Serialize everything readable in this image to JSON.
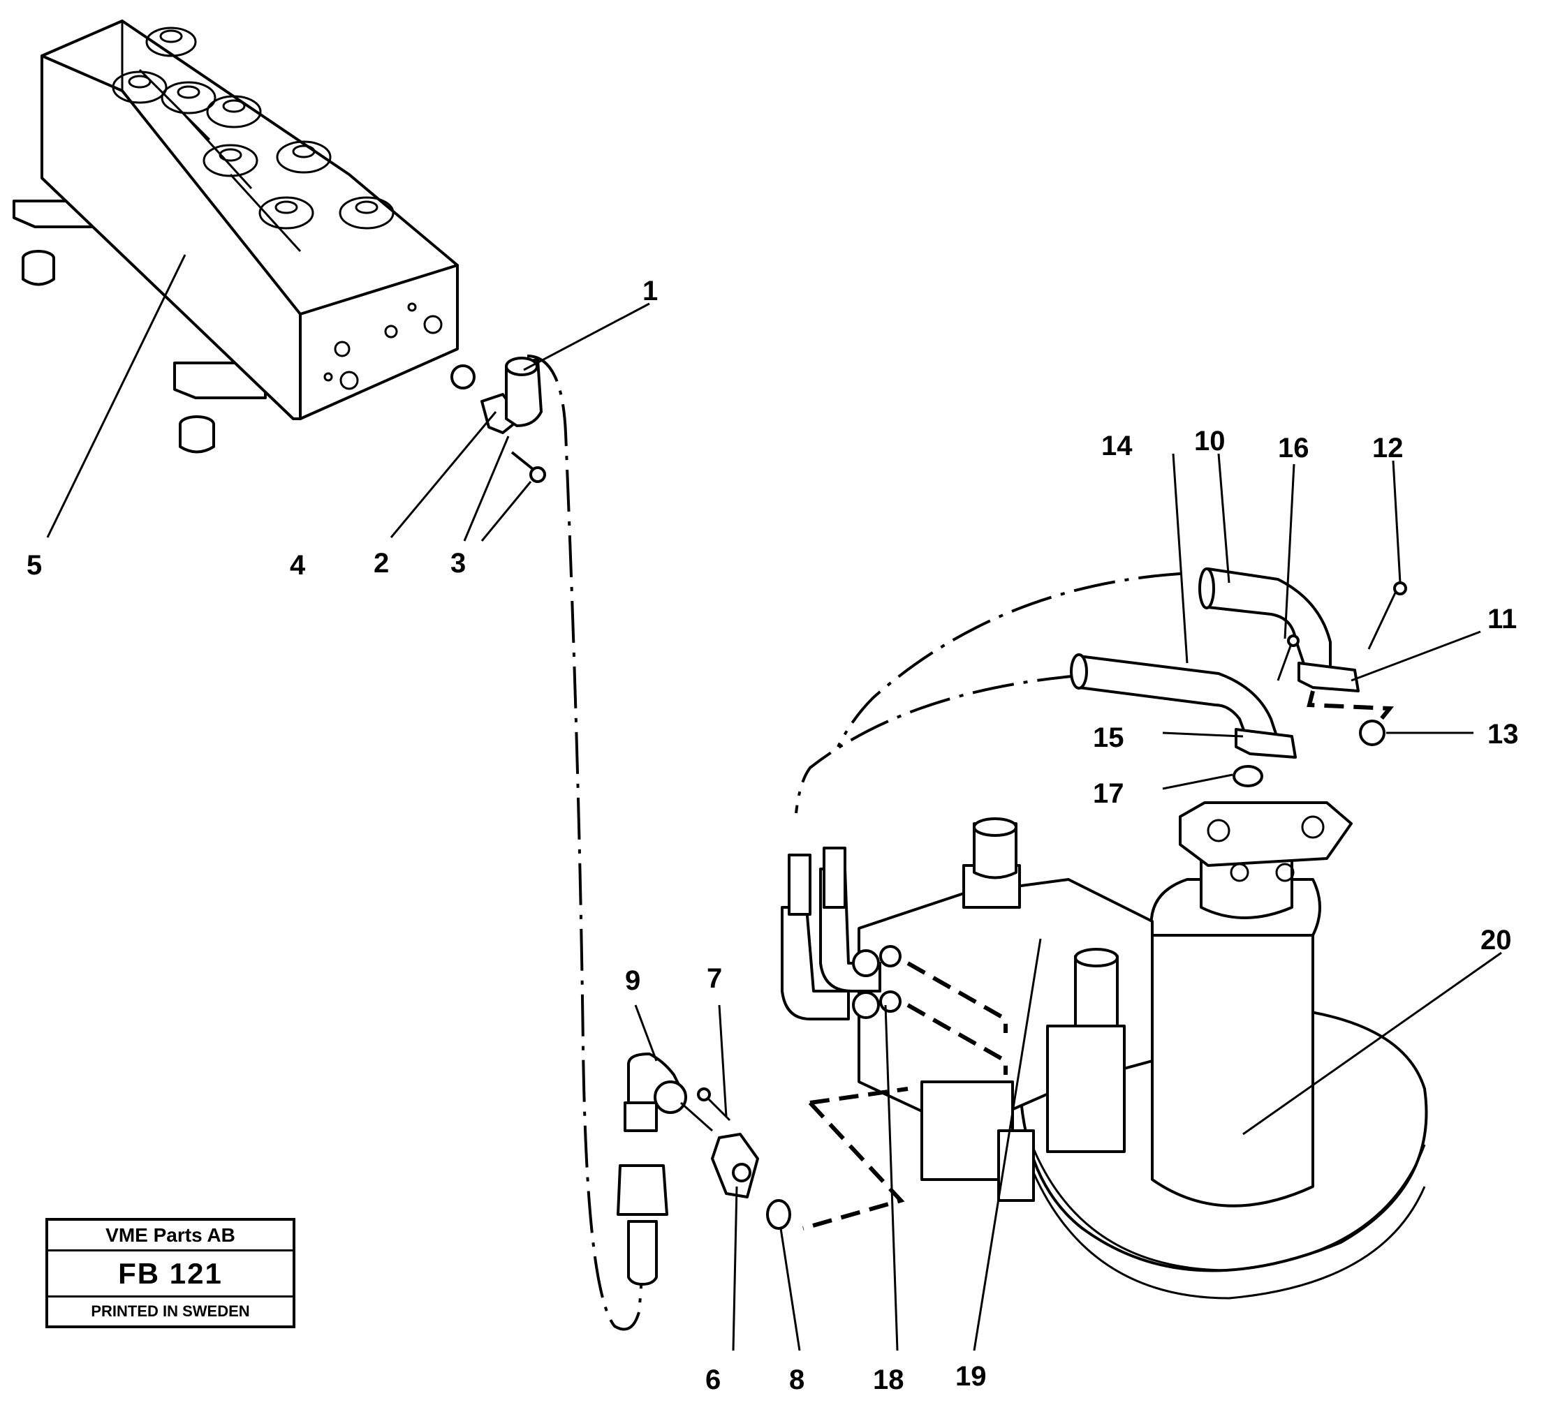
{
  "callouts": {
    "c1": "1",
    "c2": "2",
    "c3": "3",
    "c4": "4",
    "c5": "5",
    "c6": "6",
    "c7": "7",
    "c8": "8",
    "c9": "9",
    "c10": "10",
    "c11": "11",
    "c12": "12",
    "c13": "13",
    "c14": "14",
    "c15": "15",
    "c16": "16",
    "c17": "17",
    "c18": "18",
    "c19": "19",
    "c20": "20"
  },
  "title_block": {
    "company": "VME Parts AB",
    "code": "FB 121",
    "printed": "PRINTED IN SWEDEN"
  }
}
